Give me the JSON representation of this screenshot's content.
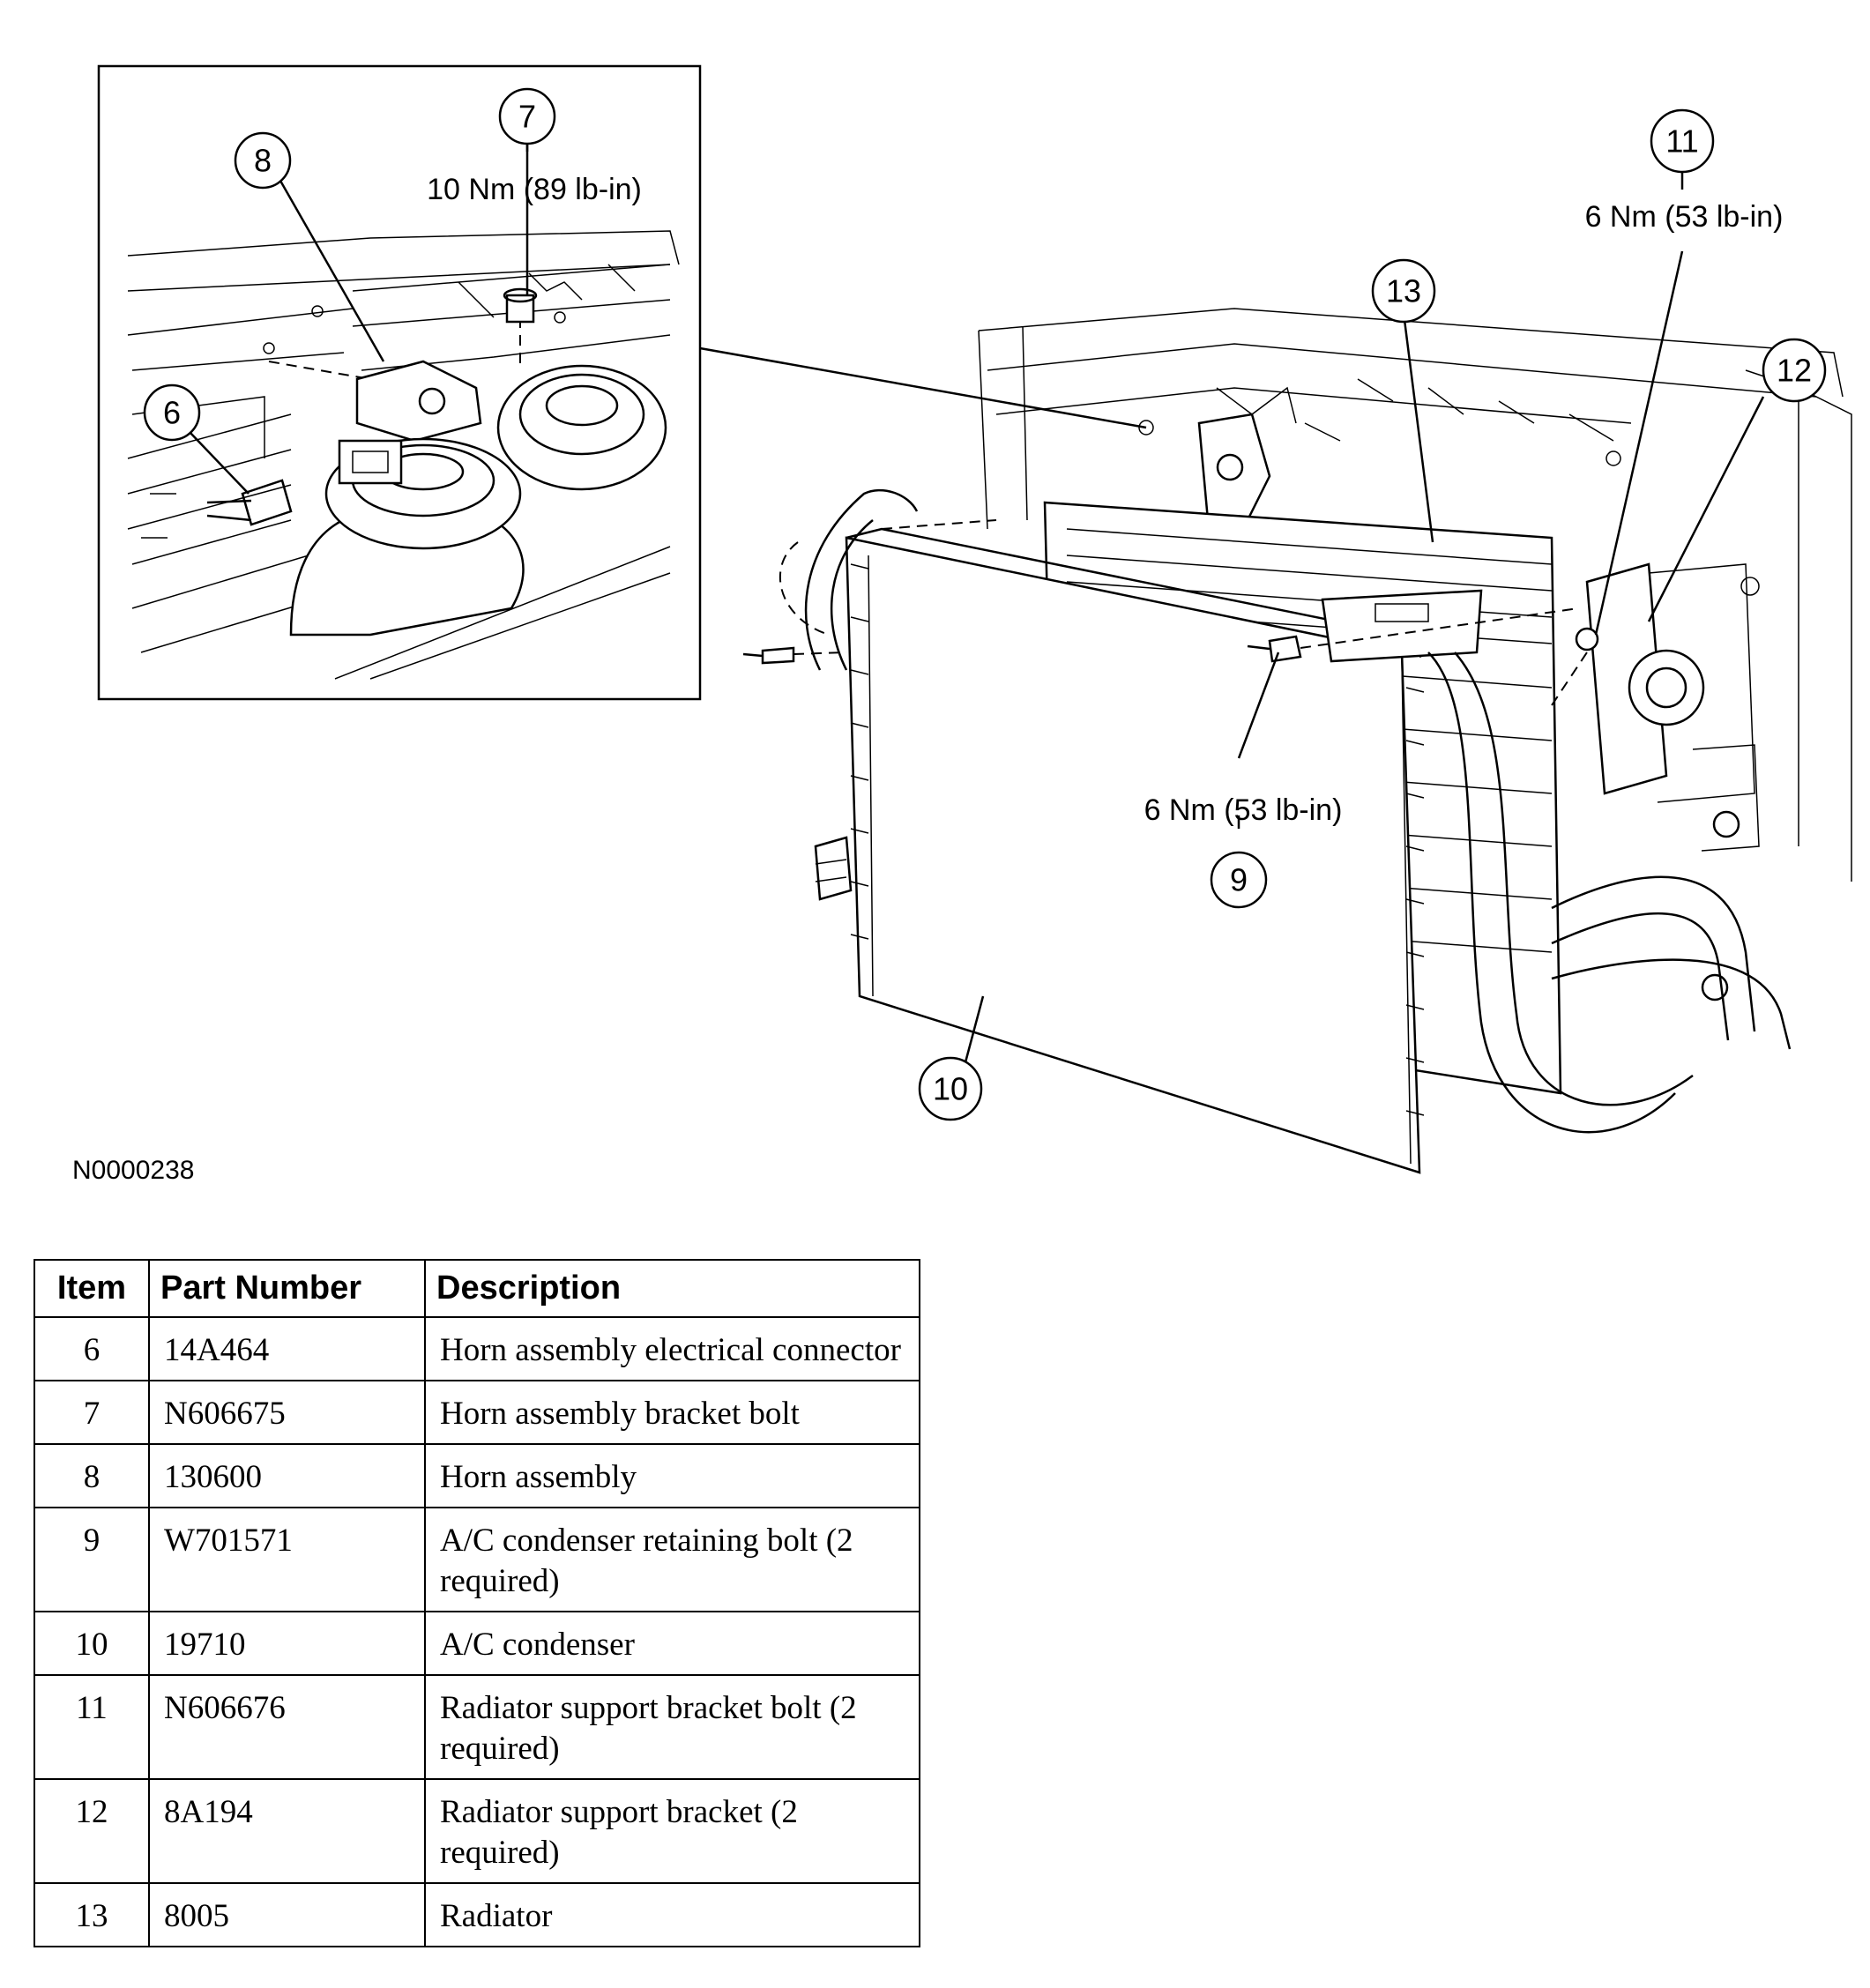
{
  "figure_id": "N0000238",
  "callouts": {
    "c6": "6",
    "c7": "7",
    "c8": "8",
    "c9": "9",
    "c10": "10",
    "c11": "11",
    "c12": "12",
    "c13": "13"
  },
  "torques": {
    "t7": "10 Nm (89 lb-in)",
    "t9": "6 Nm (53 lb-in)",
    "t11": "6 Nm (53 lb-in)"
  },
  "table": {
    "headers": {
      "item": "Item",
      "part": "Part Number",
      "desc": "Description"
    },
    "rows": [
      {
        "item": "6",
        "part": "14A464",
        "desc": "Horn assembly electrical connector"
      },
      {
        "item": "7",
        "part": "N606675",
        "desc": "Horn assembly bracket bolt"
      },
      {
        "item": "8",
        "part": "130600",
        "desc": "Horn assembly"
      },
      {
        "item": "9",
        "part": "W701571",
        "desc": "A/C condenser retaining bolt (2 required)"
      },
      {
        "item": "10",
        "part": "19710",
        "desc": "A/C condenser"
      },
      {
        "item": "11",
        "part": "N606676",
        "desc": "Radiator support bracket bolt (2 required)"
      },
      {
        "item": "12",
        "part": "8A194",
        "desc": "Radiator support bracket (2 required)"
      },
      {
        "item": "13",
        "part": "8005",
        "desc": "Radiator"
      }
    ]
  }
}
